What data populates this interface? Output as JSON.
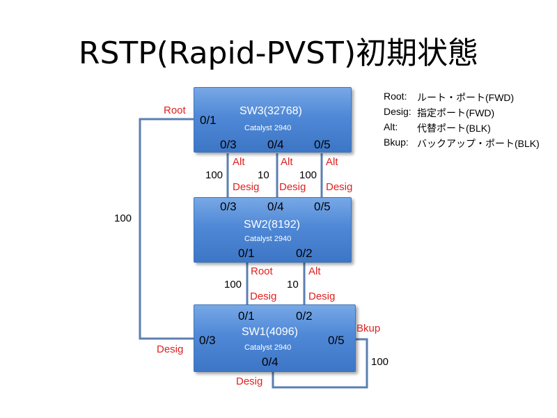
{
  "title": "RSTP(Rapid-PVST)初期状態",
  "switches": {
    "sw3": {
      "name": "SW3(32768)",
      "model": "Catalyst 2940",
      "ports": {
        "p01": "0/1",
        "p03": "0/3",
        "p04": "0/4",
        "p05": "0/5"
      }
    },
    "sw2": {
      "name": "SW2(8192)",
      "model": "Catalyst 2940",
      "ports": {
        "p03": "0/3",
        "p04": "0/4",
        "p05": "0/5",
        "p01": "0/1",
        "p02": "0/2"
      }
    },
    "sw1": {
      "name": "SW1(4096)",
      "model": "Catalyst 2940",
      "ports": {
        "p01": "0/1",
        "p02": "0/2",
        "p03": "0/3",
        "p05": "0/5",
        "p04": "0/4"
      }
    }
  },
  "roles": {
    "sw3_p01": "Root",
    "sw3_p03": "Alt",
    "sw3_p04": "Alt",
    "sw3_p05": "Alt",
    "sw2_p03": "Desig",
    "sw2_p04": "Desig",
    "sw2_p05": "Desig",
    "sw2_p01": "Root",
    "sw2_p02": "Alt",
    "sw1_p01": "Desig",
    "sw1_p02": "Desig",
    "sw1_p03": "Desig",
    "sw1_p05": "Bkup",
    "sw1_p04": "Desig"
  },
  "costs": {
    "sw3_sw2_p03": "100",
    "sw3_sw2_p04": "10",
    "sw3_sw2_p05": "100",
    "sw2_sw1_p01": "100",
    "sw2_sw1_p02": "10",
    "sw3_sw1": "100",
    "sw1_loop": "100"
  },
  "legend": [
    {
      "key": "Root:",
      "text": "ルート・ポート(FWD)"
    },
    {
      "key": "Desig:",
      "text": "指定ポート(FWD)"
    },
    {
      "key": "Alt:",
      "text": "代替ポート(BLK)"
    },
    {
      "key": "Bkup:",
      "text": "バックアップ・ポート(BLK)"
    }
  ],
  "colors": {
    "link": "#5b7fb0",
    "role_label": "#e02020",
    "switch_fill": "#4f88d6"
  }
}
